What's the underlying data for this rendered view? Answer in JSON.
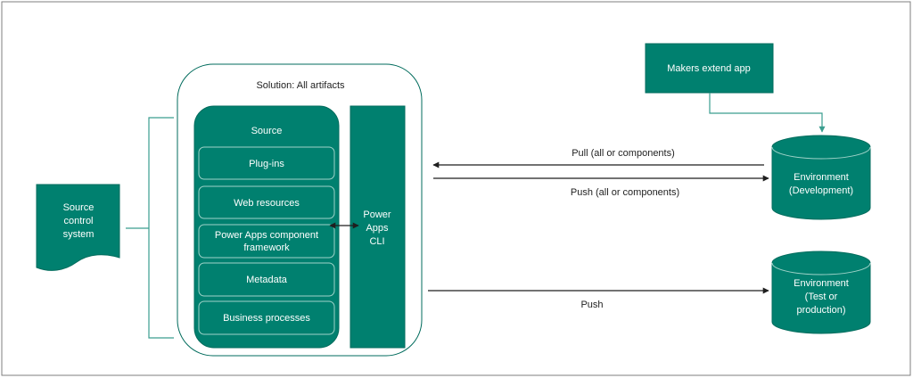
{
  "colors": {
    "teal": "#00806f",
    "teal_border": "#006b5c",
    "inner_border": "#9fd2c8",
    "frame": "#7f7f7f",
    "line": "#1f1f1f",
    "connector": "#3a9e8f"
  },
  "solution": {
    "title": "Solution: All artifacts"
  },
  "source_group": {
    "title": "Source",
    "items": [
      {
        "label": "Plug-ins"
      },
      {
        "label": "Web resources"
      },
      {
        "label_line1": "Power Apps component",
        "label_line2": "framework"
      },
      {
        "label": "Metadata"
      },
      {
        "label": "Business processes"
      }
    ]
  },
  "cli": {
    "line1": "Power",
    "line2": "Apps",
    "line3": "CLI"
  },
  "source_control": {
    "line1": "Source",
    "line2": "control",
    "line3": "system"
  },
  "makers": {
    "label": "Makers extend  app"
  },
  "env_dev": {
    "line1": "Environment",
    "line2": "(Development)"
  },
  "env_test": {
    "line1": "Environment",
    "line2": "(Test or",
    "line3": "production)"
  },
  "arrows": {
    "pull": "Pull (all or components)",
    "push_components": "Push (all or components)",
    "push": "Push"
  }
}
